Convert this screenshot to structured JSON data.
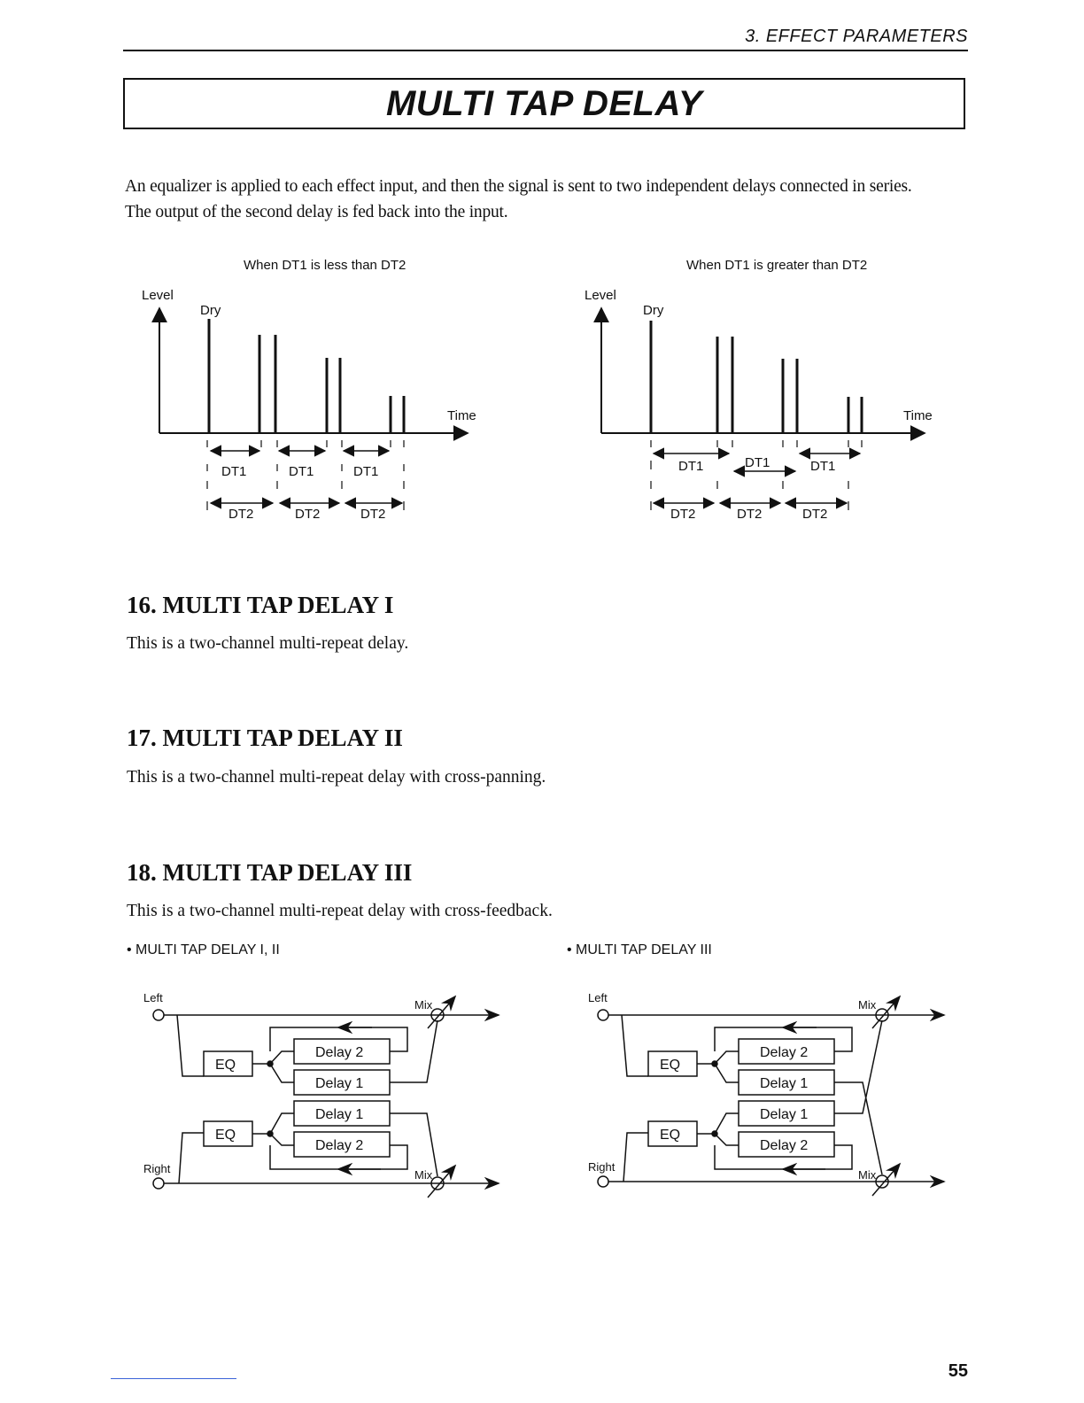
{
  "header": {
    "section": "3. EFFECT PARAMETERS",
    "title": "MULTI TAP DELAY"
  },
  "intro": {
    "line1": "An equalizer is applied to each effect input, and then the signal is sent to two independent delays connected in series.",
    "line2": "The output of the second delay is fed back into the input."
  },
  "timing_diagrams": [
    {
      "caption": "When DT1 is less than DT2",
      "level_label": "Level",
      "dry_label": "Dry",
      "time_label": "Time",
      "dt1_label": "DT1",
      "dt2_label": "DT2"
    },
    {
      "caption": "When DT1 is greater than DT2",
      "level_label": "Level",
      "dry_label": "Dry",
      "time_label": "Time",
      "dt1_label": "DT1",
      "dt2_label": "DT2"
    }
  ],
  "sections": [
    {
      "heading": "16. MULTI TAP DELAY I",
      "body": "This is a two-channel multi-repeat delay."
    },
    {
      "heading": "17. MULTI TAP DELAY II",
      "body": "This is a two-channel multi-repeat delay with cross-panning."
    },
    {
      "heading": "18. MULTI TAP DELAY III",
      "body": "This is a two-channel multi-repeat delay with cross-feedback."
    }
  ],
  "block_diagrams": [
    {
      "label": "• MULTI TAP DELAY I, II",
      "left": "Left",
      "right": "Right",
      "mix": "Mix",
      "eq": "EQ",
      "delay1": "Delay 1",
      "delay2": "Delay 2"
    },
    {
      "label": "• MULTI TAP DELAY III",
      "left": "Left",
      "right": "Right",
      "mix": "Mix",
      "eq": "EQ",
      "delay1": "Delay 1",
      "delay2": "Delay 2"
    }
  ],
  "footer": {
    "page_number": "55"
  }
}
